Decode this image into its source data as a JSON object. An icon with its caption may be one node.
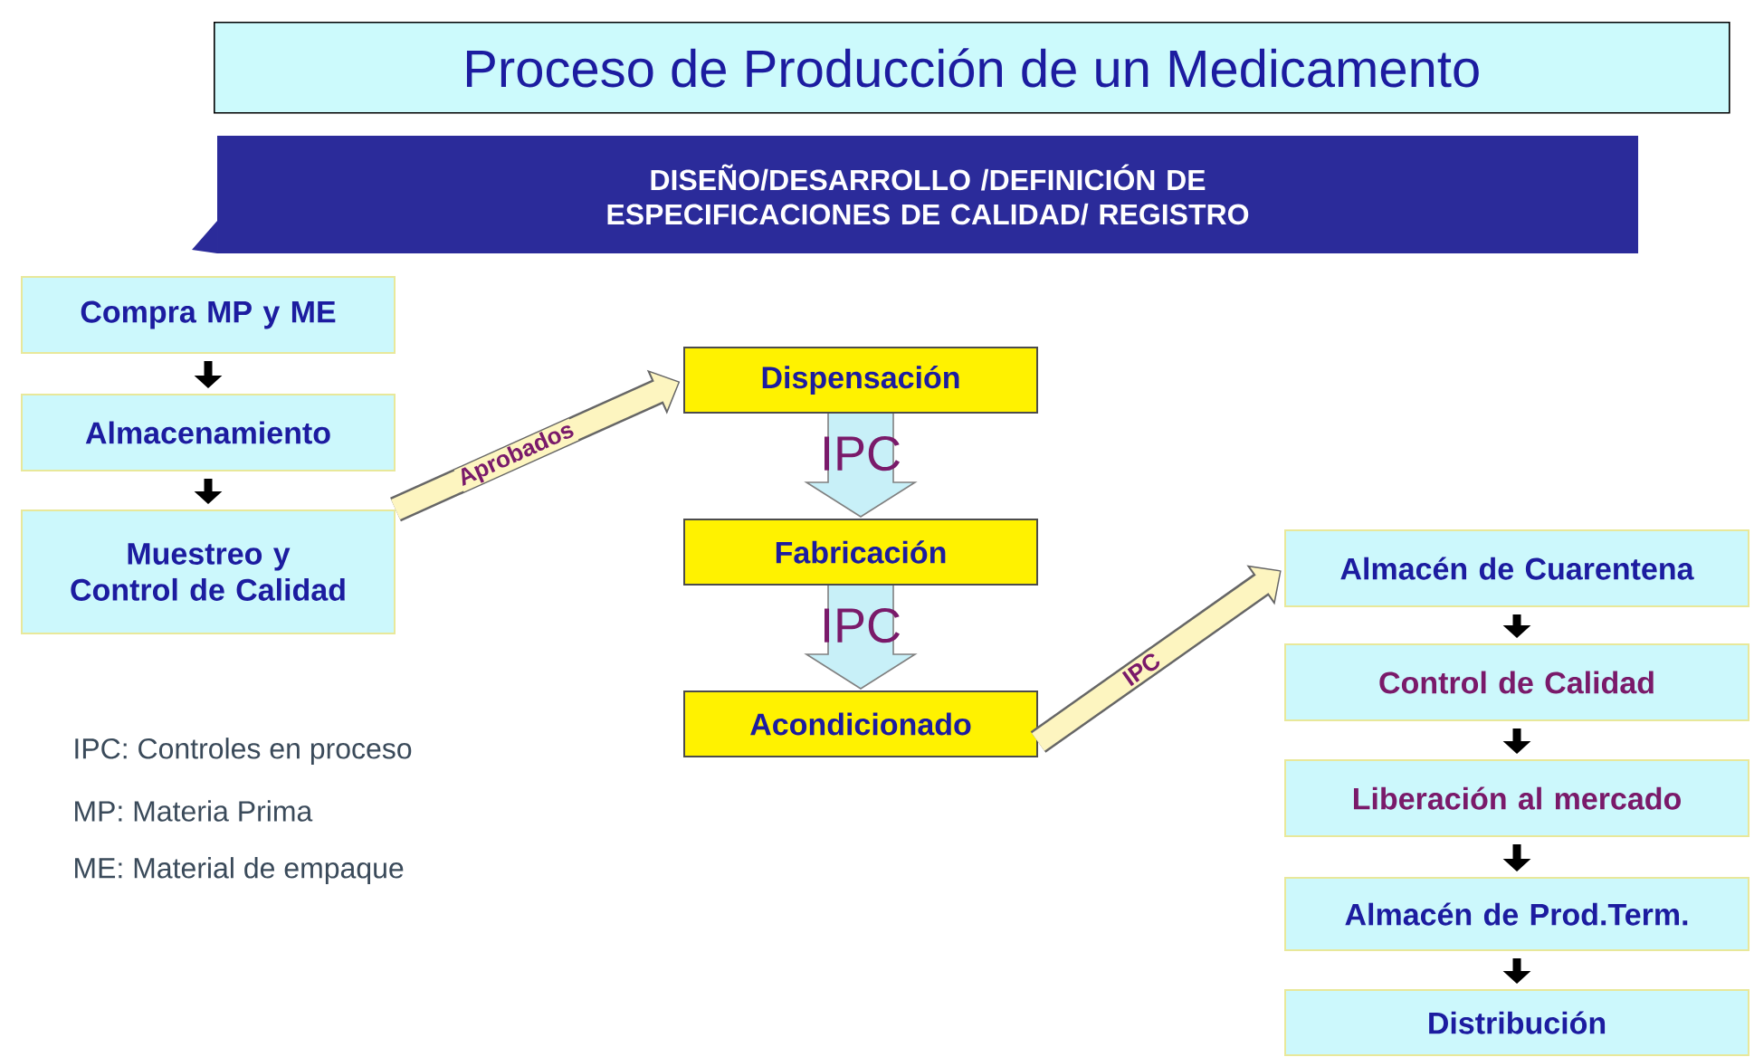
{
  "diagram": {
    "title": "Proceso  de  Producción de un Medicamento",
    "nodes": [
      {
        "text": [
          "DISEÑO/DESARROLLO /DEFINICIÓN DE ESPECIFICACIONES DE CALIDAD/ REGISTRO"
        ]
      },
      {
        "text": [
          "Compra MP y ME"
        ]
      },
      {
        "text": [
          "Almacenamiento"
        ]
      },
      {
        "text": [
          "Muestreo y Control de Calidad"
        ]
      },
      {
        "text": [
          "Dispensación"
        ]
      },
      {
        "text": [
          "Fabricación"
        ]
      },
      {
        "text": [
          "Acondicionado"
        ]
      },
      {
        "text": [
          "Almacén de Cuarentena"
        ]
      },
      {
        "text": [
          "Control de Calidad"
        ]
      },
      {
        "text": [
          "Liberación al mercado"
        ]
      },
      {
        "text": [
          "Almacén de Prod.Term."
        ]
      },
      {
        "text": [
          "Distribución"
        ]
      }
    ],
    "edges": [
      {
        "from": 1,
        "to": 2,
        "arrow": "to"
      },
      {
        "from": 2,
        "to": 3,
        "arrow": "to"
      },
      {
        "from": 3,
        "to": 4,
        "arrow": "to",
        "label": "Aprobados",
        "style": "thick",
        "color": "#fdf5c0"
      },
      {
        "from": 4,
        "to": 5,
        "arrow": "to",
        "label": "IPC"
      },
      {
        "from": 5,
        "to": 6,
        "arrow": "to",
        "label": "IPC"
      },
      {
        "from": 6,
        "to": 7,
        "arrow": "to",
        "label": "IPC",
        "style": "thick",
        "color": "#fdf5c0"
      },
      {
        "from": 7,
        "to": 8,
        "arrow": "to"
      },
      {
        "from": 8,
        "to": 9,
        "arrow": "to"
      },
      {
        "from": 9,
        "to": 10,
        "arrow": "to"
      },
      {
        "from": 10,
        "to": 11,
        "arrow": "to"
      }
    ],
    "labels": [
      "IPC: Controles en proceso",
      "MP: Materia Prima",
      "ME: Material de empaque"
    ]
  }
}
